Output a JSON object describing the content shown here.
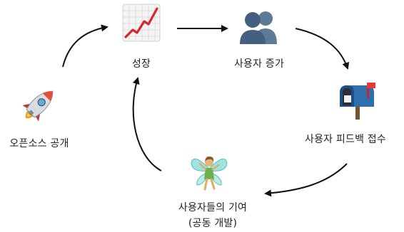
{
  "diagram": {
    "nodes": [
      {
        "id": "open-source",
        "label": "오픈소스 공개",
        "icon": "rocket-icon"
      },
      {
        "id": "growth",
        "label": "성장",
        "icon": "chart-increasing-icon"
      },
      {
        "id": "user-increase",
        "label": "사용자 증가",
        "icon": "busts-in-silhouette-icon"
      },
      {
        "id": "feedback",
        "label": "사용자 피드백 접수",
        "icon": "mailbox-with-flag-icon"
      },
      {
        "id": "contribution",
        "label": "사용자들의 기여",
        "sublabel": "(공동 개발)",
        "icon": "fairy-icon"
      }
    ],
    "edges": [
      {
        "from": "open-source",
        "to": "growth"
      },
      {
        "from": "growth",
        "to": "user-increase"
      },
      {
        "from": "user-increase",
        "to": "feedback"
      },
      {
        "from": "feedback",
        "to": "contribution"
      },
      {
        "from": "contribution",
        "to": "growth"
      }
    ],
    "colors": {
      "arrow": "#111111",
      "text": "#222222"
    }
  }
}
